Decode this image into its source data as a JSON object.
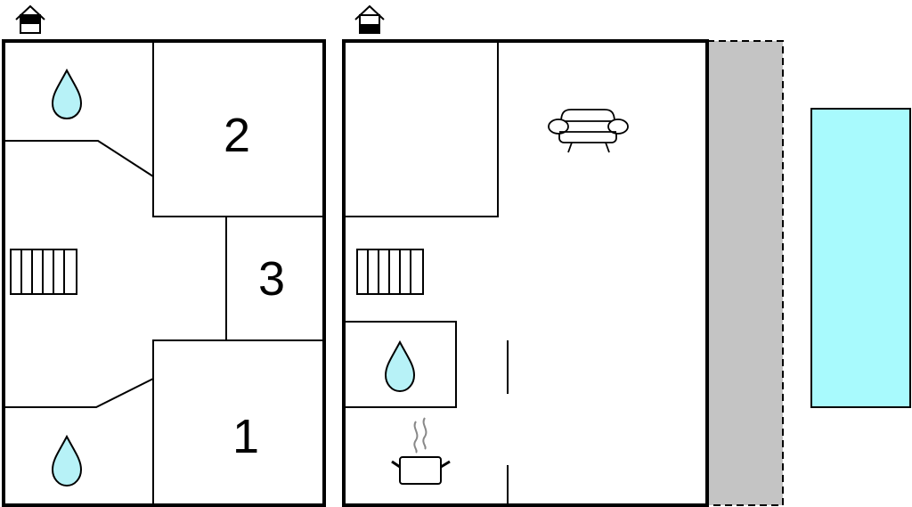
{
  "floors": [
    {
      "id": "ground",
      "indicator_icon": "house-floor-upper-marker-icon",
      "rooms": [
        {
          "number": "2"
        },
        {
          "number": "3"
        },
        {
          "number": "1"
        }
      ]
    },
    {
      "id": "upper",
      "indicator_icon": "house-floor-lower-marker-icon"
    }
  ],
  "icons": {
    "bathroom": "water-drop-icon",
    "stairs": "stairs-icon",
    "living": "sofa-icon",
    "kitchen": "cooking-pot-icon",
    "terrace": "terrace-area",
    "pool": "pool-area"
  },
  "colors": {
    "water": "#b7f2f7",
    "pool": "#a8fafd",
    "terrace": "#c4c4c4",
    "wall": "#000000"
  }
}
